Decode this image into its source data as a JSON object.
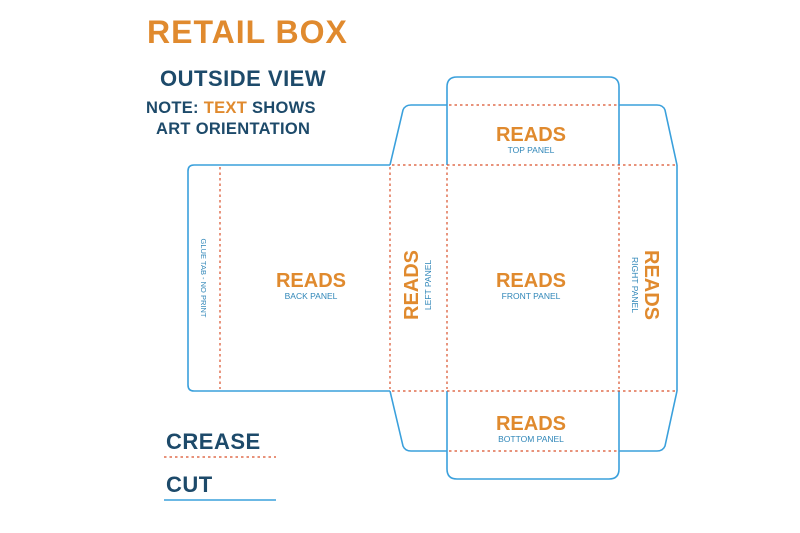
{
  "title": "RETAIL BOX",
  "subtitle": "OUTSIDE VIEW",
  "note": {
    "prefix": "NOTE: ",
    "highlight": "TEXT",
    "suffix": " SHOWS",
    "line2": "ART ORIENTATION"
  },
  "panels": {
    "glue_tab": "GLUE TAB - NO PRINT",
    "back": {
      "reads": "READS",
      "name": "BACK PANEL"
    },
    "left": {
      "reads": "READS",
      "name": "LEFT PANEL"
    },
    "front": {
      "reads": "READS",
      "name": "FRONT PANEL"
    },
    "right": {
      "reads": "READS",
      "name": "RIGHT PANEL"
    },
    "top": {
      "reads": "READS",
      "name": "TOP PANEL"
    },
    "bottom": {
      "reads": "READS",
      "name": "BOTTOM PANEL"
    }
  },
  "legend": {
    "crease": "CREASE",
    "cut": "CUT"
  },
  "colors": {
    "cut_line": "#3aa0dc",
    "crease_line": "#d9502a",
    "accent": "#e08a2e",
    "navy": "#1d4a6a",
    "panel_label": "#2f86b8"
  }
}
